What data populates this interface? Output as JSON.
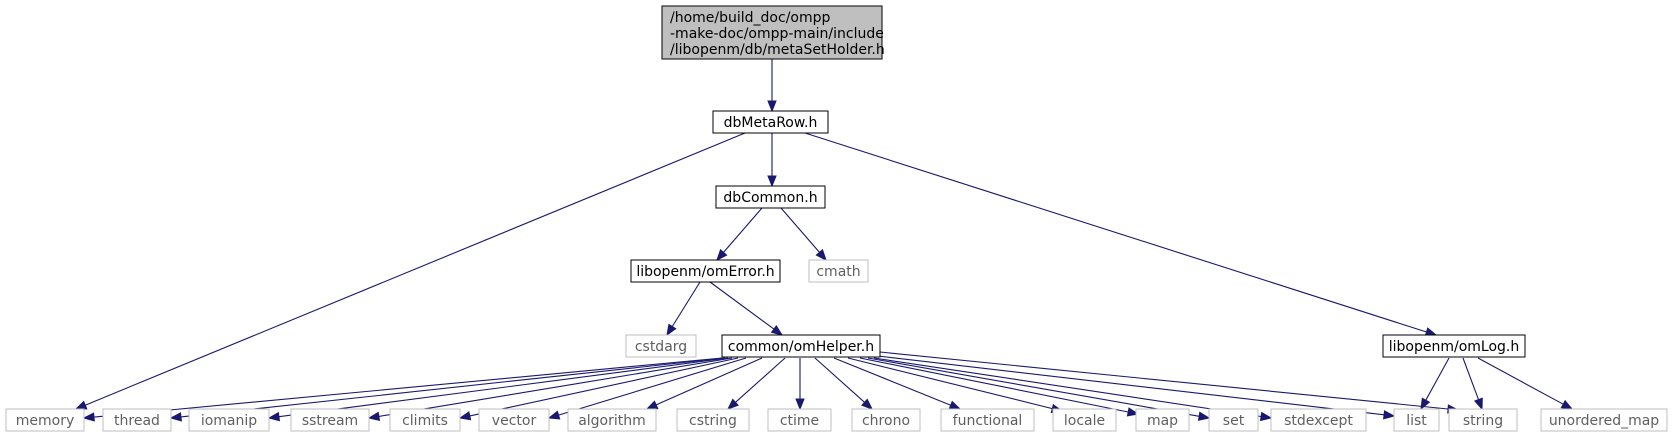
{
  "diagram": {
    "title_lines": [
      "/home/build_doc/ompp",
      "-make-doc/ompp-main/include",
      "/libopenm/db/metaSetHolder.h"
    ],
    "nodes": {
      "dbMetaRow": "dbMetaRow.h",
      "dbCommon": "dbCommon.h",
      "omError": "libopenm/omError.h",
      "cmath": "cmath",
      "cstdarg": "cstdarg",
      "omHelper": "common/omHelper.h",
      "omLog": "libopenm/omLog.h",
      "memory": "memory",
      "thread": "thread",
      "iomanip": "iomanip",
      "sstream": "sstream",
      "climits": "climits",
      "vector": "vector",
      "algorithm": "algorithm",
      "cstring": "cstring",
      "ctime": "ctime",
      "chrono": "chrono",
      "functional": "functional",
      "locale": "locale",
      "map": "map",
      "set": "set",
      "stdexcept": "stdexcept",
      "list": "list",
      "string": "string",
      "unordered_map": "unordered_map"
    },
    "colors": {
      "edge": "#191970",
      "root_fill": "#bfbfbf",
      "external_border": "#bfbfbf",
      "node_border": "#000000"
    }
  }
}
